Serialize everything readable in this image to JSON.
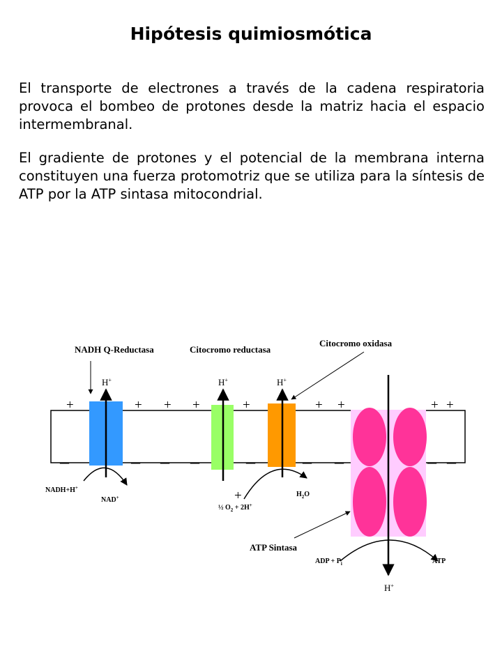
{
  "title": "Hipótesis quimiosmótica",
  "paragraphs": [
    "El transporte de electrones a través de la cadena respiratoria provoca el bombeo de protones desde la matriz hacia el espacio intermembranal.",
    "El gradiente de protones y el potencial de la membrana interna constituyen una fuerza protomotriz que se utiliza para la síntesis de ATP por la ATP sintasa mitocondrial."
  ],
  "diagram": {
    "labels": {
      "nadh_q_reductasa": "NADH Q-Reductasa",
      "citocromo_reductasa": "Citocromo reductasa",
      "citocromo_oxidasa": "Citocromo oxidasa",
      "atp_sintasa": "ATP Sintasa"
    },
    "proton": {
      "base": "H",
      "sup": "+"
    },
    "charges": {
      "positive": "+",
      "negative": "–"
    },
    "reactions": {
      "nadh_in": {
        "base": "NADH+H",
        "sup": "+"
      },
      "nad_out": {
        "base": "NAD",
        "sup": "+"
      },
      "oxygen_in": {
        "p1": "½ O",
        "sub": "2",
        "p2": " + 2H",
        "sup": "+"
      },
      "water_out": {
        "p1": "H",
        "sub": "2",
        "p2": "O"
      },
      "adp_in": {
        "base": "ADP + P",
        "sub": "i"
      },
      "atp_out": "ATP"
    },
    "colors": {
      "nadh_q_reductasa": "#3399ff",
      "citocromo_reductasa": "#99ff66",
      "citocromo_oxidasa": "#ff9900",
      "atp_sintasa_ellipses": "#ff3399",
      "atp_sintasa_background": "#ffccff",
      "membrane_line": "#000000"
    }
  }
}
